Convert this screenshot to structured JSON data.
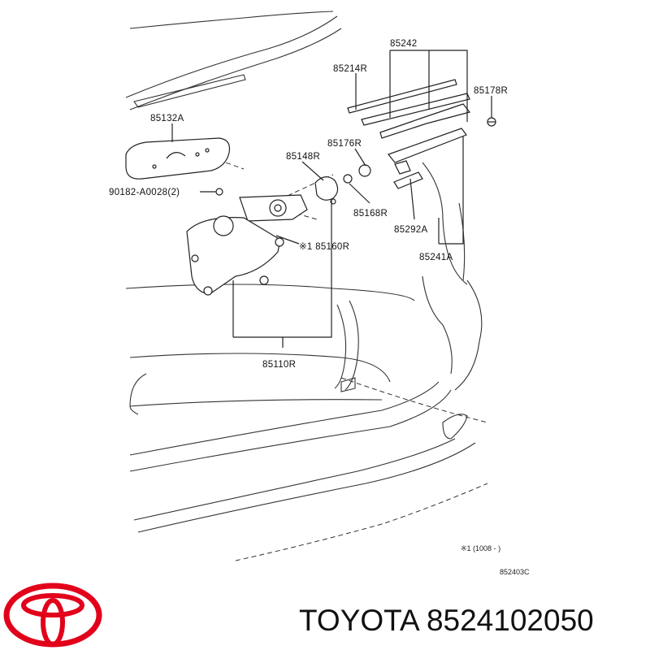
{
  "diagram": {
    "part_labels": {
      "p85242": "85242",
      "p85214R": "85214R",
      "p85178R": "85178R",
      "p85132A": "85132A",
      "p85176R": "85176R",
      "p85148R": "85148R",
      "p90182": "90182-A0028(2)",
      "p85168R": "85168R",
      "p85292A": "85292A",
      "p85160R": "※1 85160R",
      "p85241A": "85241A",
      "p85110R": "85110R"
    },
    "footnote": "※1 (1008 -     )",
    "figure_code": "852403C"
  },
  "brand": {
    "caption": "TOYOTA 8524102050",
    "logo_color": "#e2001a"
  }
}
